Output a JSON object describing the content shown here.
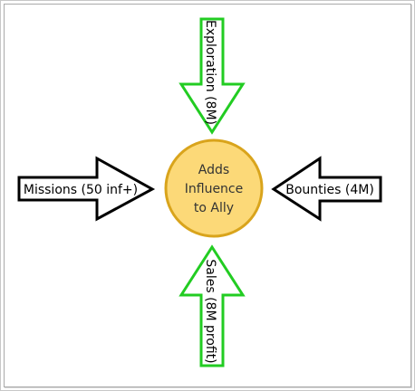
{
  "diagram": {
    "center": {
      "lines": [
        "Adds",
        "Influence",
        "to Ally"
      ],
      "fill": "#fcd978",
      "stroke": "#d9a41c"
    },
    "arrows": {
      "top": {
        "label": "Exploration (8M)",
        "color": "#22cc22"
      },
      "bottom": {
        "label": "Sales (8M profit)",
        "color": "#22cc22"
      },
      "left": {
        "label": "Missions (50 inf+)",
        "color": "#000000"
      },
      "right": {
        "label": "Bounties (4M)",
        "color": "#000000"
      }
    }
  }
}
